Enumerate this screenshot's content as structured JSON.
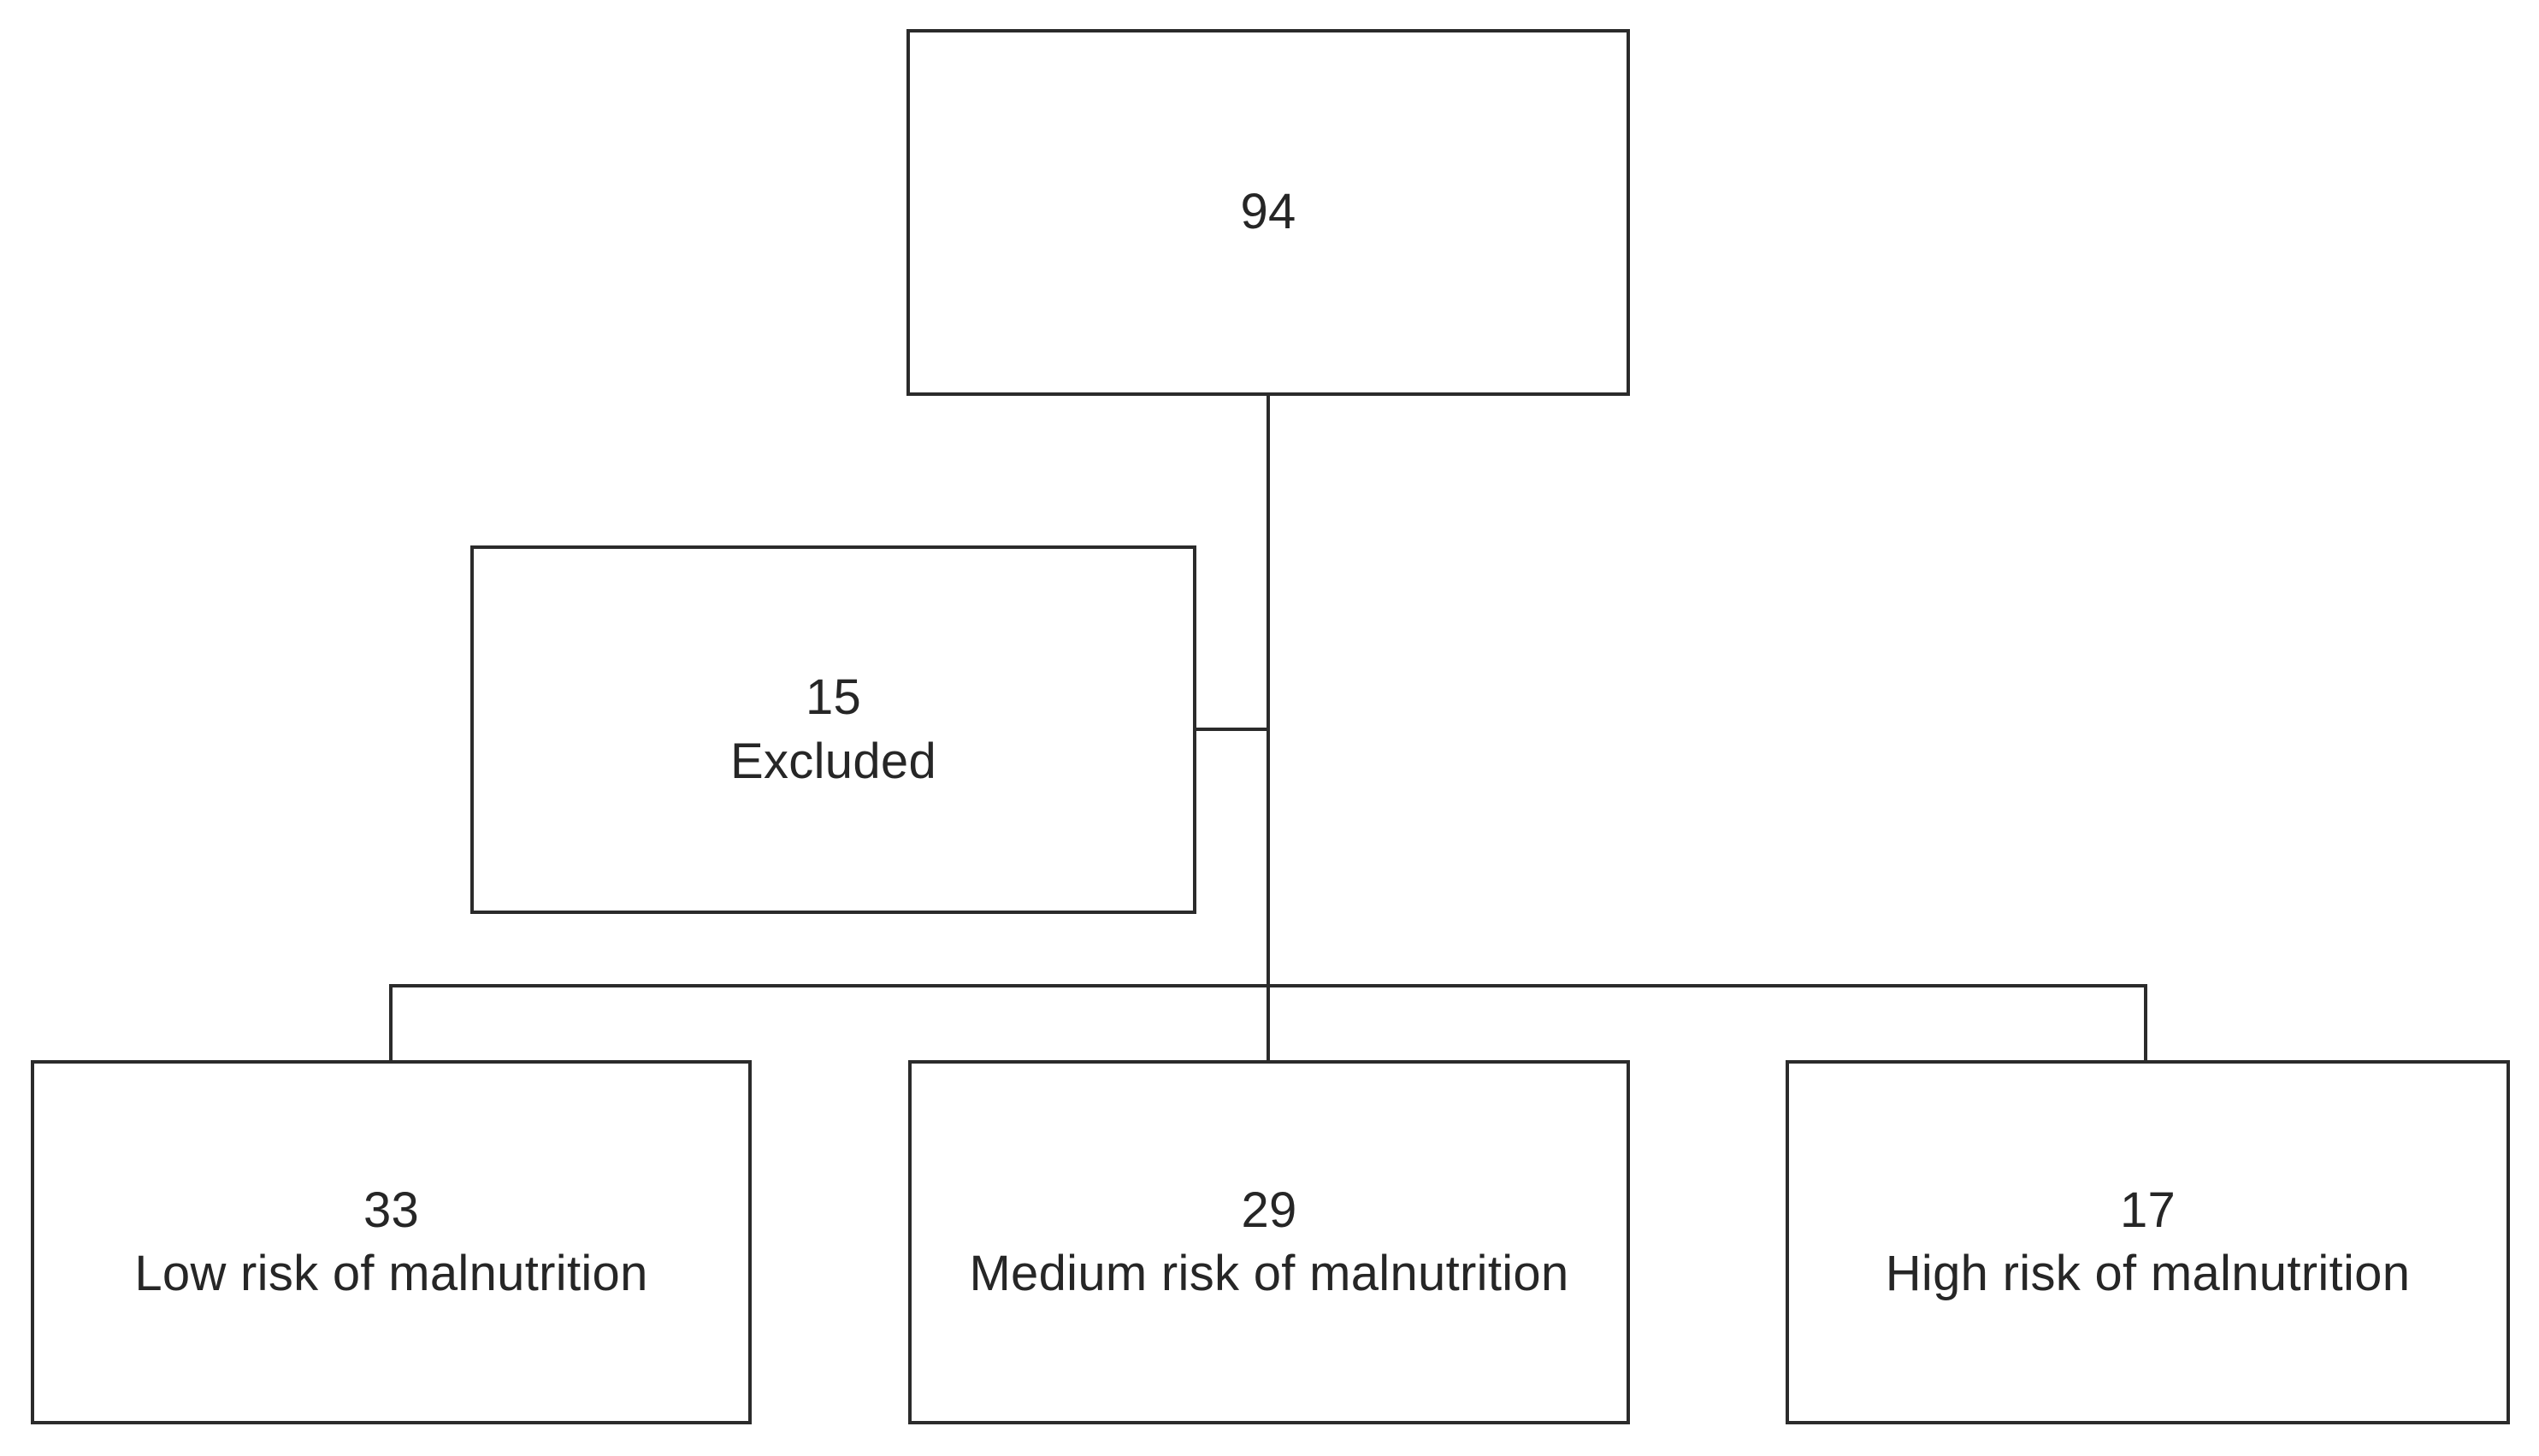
{
  "diagram": {
    "type": "flowchart",
    "title": "",
    "orientation": "top-down",
    "background_color": "#ffffff",
    "line_color": "#2b2b2b",
    "text_color": "#262626",
    "nodes": [
      {
        "id": "total",
        "count": "94",
        "label": "",
        "role": "root"
      },
      {
        "id": "excluded",
        "count": "15",
        "label": "Excluded",
        "role": "side-branch"
      },
      {
        "id": "low",
        "count": "33",
        "label": "Low risk of malnutrition",
        "role": "outcome"
      },
      {
        "id": "medium",
        "count": "29",
        "label": "Medium risk of malnutrition",
        "role": "outcome"
      },
      {
        "id": "high",
        "count": "17",
        "label": "High risk of malnutrition",
        "role": "outcome"
      }
    ],
    "edges": [
      {
        "from": "total",
        "to": "excluded"
      },
      {
        "from": "total",
        "to": "low"
      },
      {
        "from": "total",
        "to": "medium"
      },
      {
        "from": "total",
        "to": "high"
      }
    ]
  }
}
